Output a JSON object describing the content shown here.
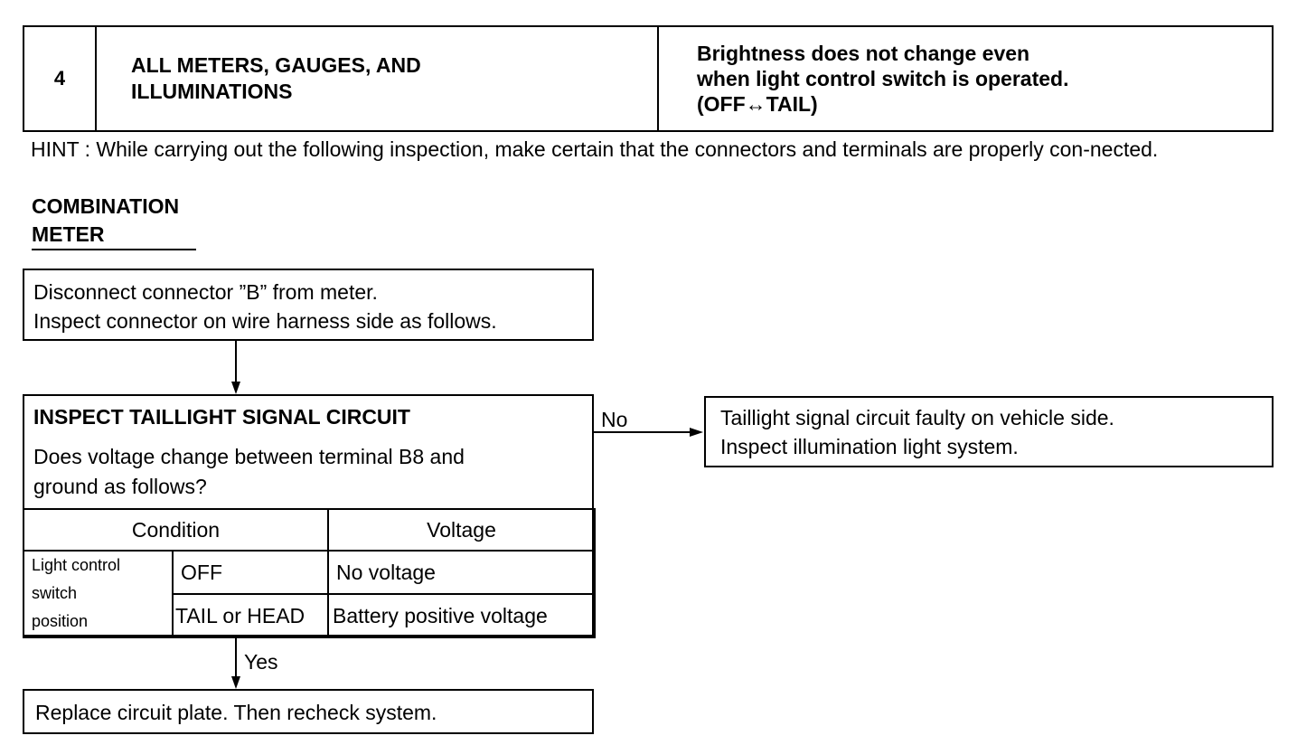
{
  "header": {
    "number": "4",
    "system_line1": "ALL METERS, GAUGES, AND",
    "system_line2": "ILLUMINATIONS",
    "symptom_line1": "Brightness does not change even",
    "symptom_line2": "when light control switch is operated.",
    "symptom_line3": "(OFF↔TAIL)"
  },
  "hint": "HINT : While carrying out the following inspection, make certain that the connectors and terminals are properly con-nected.",
  "section": {
    "line1": "COMBINATION",
    "line2": "METER"
  },
  "step1": {
    "line1": "Disconnect connector ”B” from meter.",
    "line2": "Inspect connector on wire harness side as follows."
  },
  "step2": {
    "title": "INSPECT TAILLIGHT SIGNAL CIRCUIT",
    "question_line1": "Does voltage change between terminal B8 and",
    "question_line2": "ground as follows?",
    "table": {
      "col_condition": "Condition",
      "col_voltage": "Voltage",
      "row_label_line1": "Light control",
      "row_label_line2": "switch",
      "row_label_line3": "position",
      "rows": [
        {
          "condition": "OFF",
          "voltage": "No voltage"
        },
        {
          "condition": "TAIL or HEAD",
          "voltage": "Battery positive voltage"
        }
      ]
    }
  },
  "branch_no": {
    "label": "No",
    "line1": "Taillight signal circuit faulty on vehicle side.",
    "line2": "Inspect illumination light system."
  },
  "branch_yes": {
    "label": "Yes",
    "text": "Replace circuit plate. Then recheck system."
  }
}
